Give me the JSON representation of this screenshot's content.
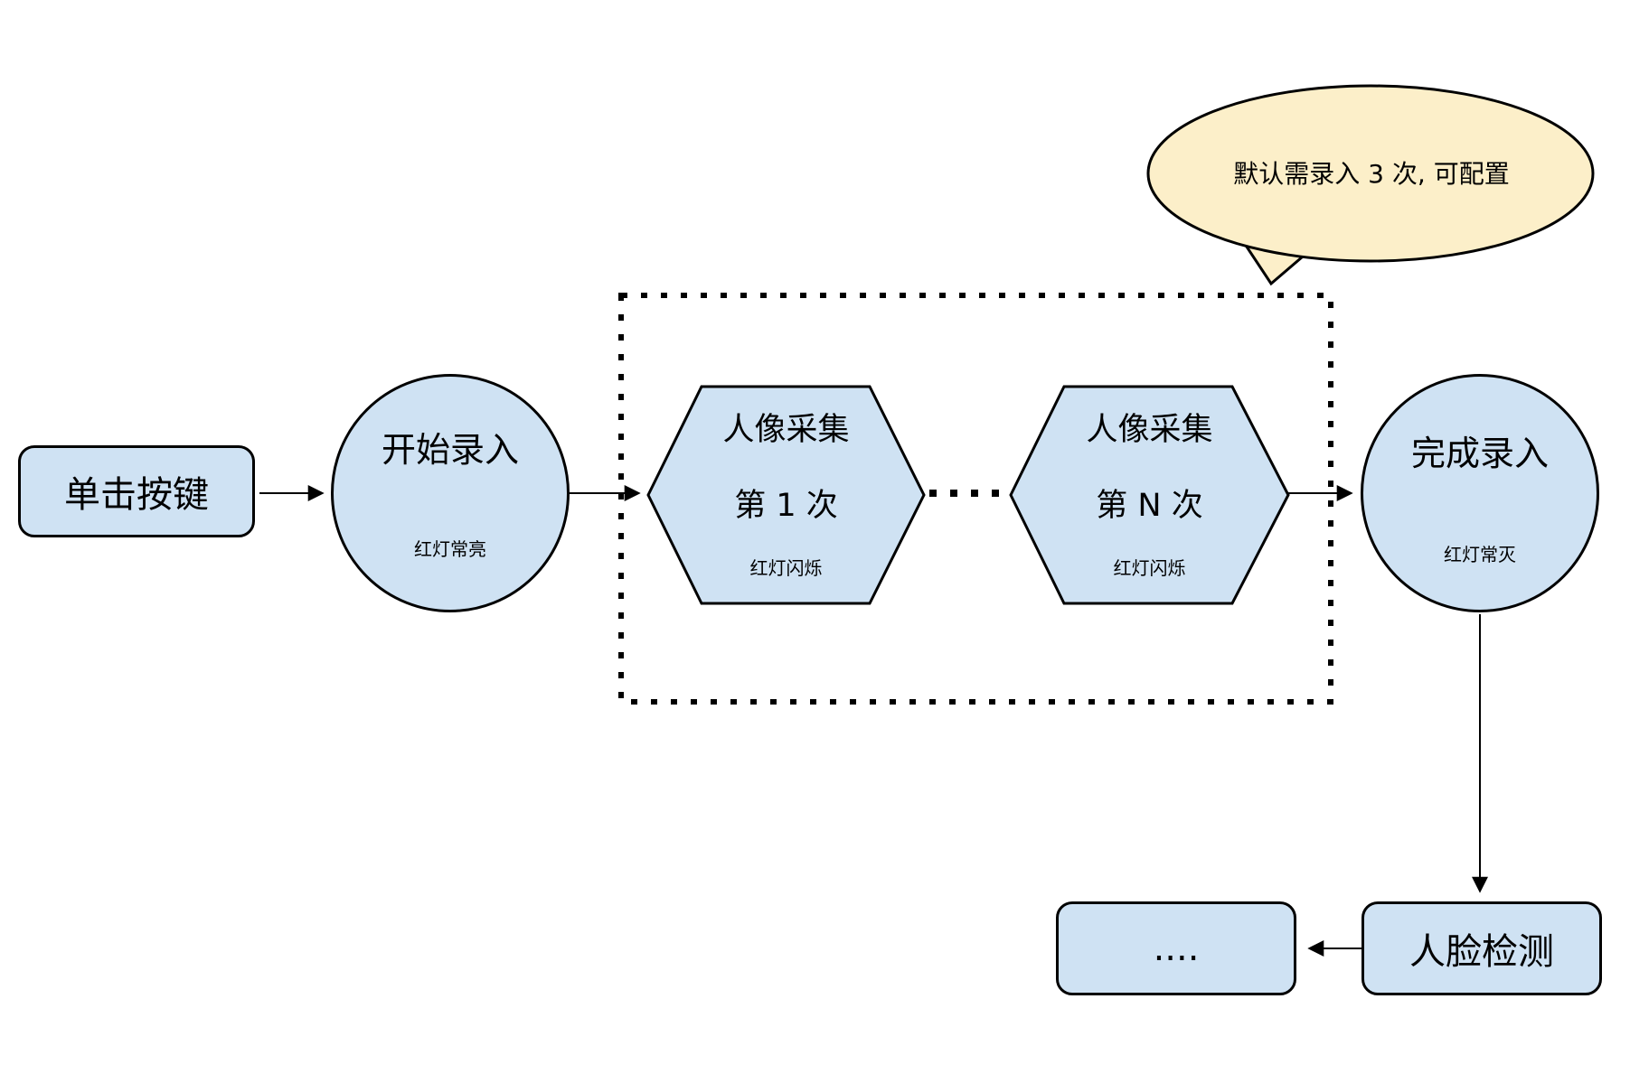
{
  "colors": {
    "node_fill": "#cfe2f3",
    "node_stroke": "#000000",
    "callout_fill": "#fcefc9",
    "connector": "#000000",
    "background": "#ffffff"
  },
  "nodes": {
    "click": {
      "label": "单击按键"
    },
    "start": {
      "title": "开始录入",
      "status": "红灯常亮"
    },
    "capture1": {
      "line1": "人像采集",
      "line2": "第 1 次",
      "status": "红灯闪烁"
    },
    "captureN": {
      "line1": "人像采集",
      "line2": "第 N 次",
      "status": "红灯闪烁"
    },
    "finish": {
      "title": "完成录入",
      "status": "红灯常灭"
    },
    "face_detect": {
      "label": "人脸检测"
    },
    "ellipsis": {
      "label": "...."
    }
  },
  "callout": {
    "text": "默认需录入 3 次, 可配置"
  }
}
